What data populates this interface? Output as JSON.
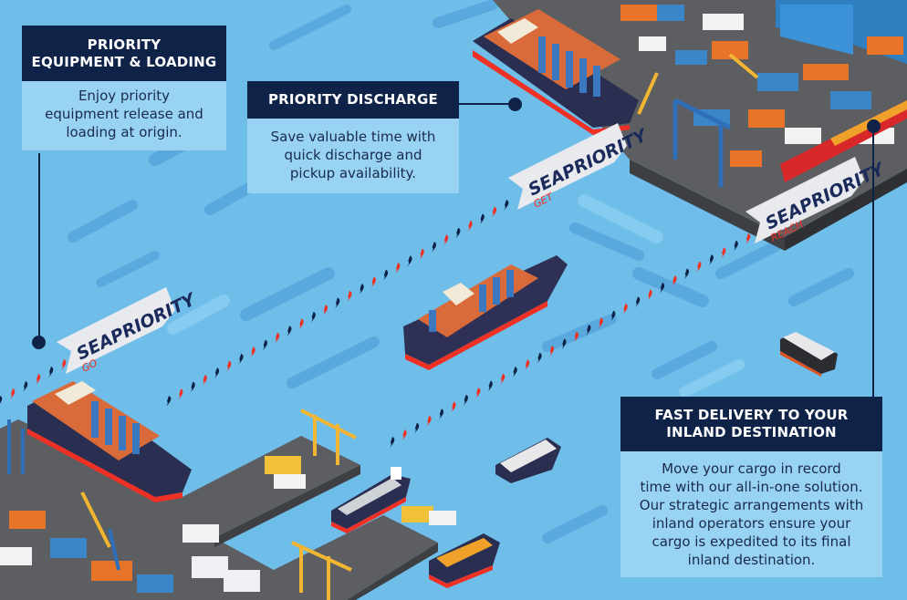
{
  "cards": {
    "go": {
      "title_line1": "PRIORITY",
      "title_line2": "EQUIPMENT & LOADING",
      "body": [
        "Enjoy priority",
        "equipment release and",
        "loading at origin."
      ]
    },
    "get": {
      "title": "PRIORITY DISCHARGE",
      "body": [
        "Save valuable time with",
        "quick discharge and",
        "pickup availability."
      ]
    },
    "reach": {
      "title_line1": "FAST DELIVERY TO YOUR",
      "title_line2": "INLAND DESTINATION",
      "body": [
        "Move your cargo in record",
        "time with our all-in-one solution.",
        "Our strategic arrangements with",
        "inland operators ensure your",
        "cargo is expedited to its final",
        "inland destination."
      ]
    }
  },
  "flags": {
    "go": {
      "brand": "SEAPRIORITY",
      "sub": "GO"
    },
    "get": {
      "brand": "SEAPRIORITY",
      "sub": "GET"
    },
    "reach": {
      "brand": "SEAPRIORITY",
      "sub": "REACH"
    }
  },
  "colors": {
    "water": "#6fbde9",
    "navy": "#0f2248",
    "card_body": "#98d3f4",
    "accent_red": "#ee3124",
    "dock": "#5d5e62"
  }
}
